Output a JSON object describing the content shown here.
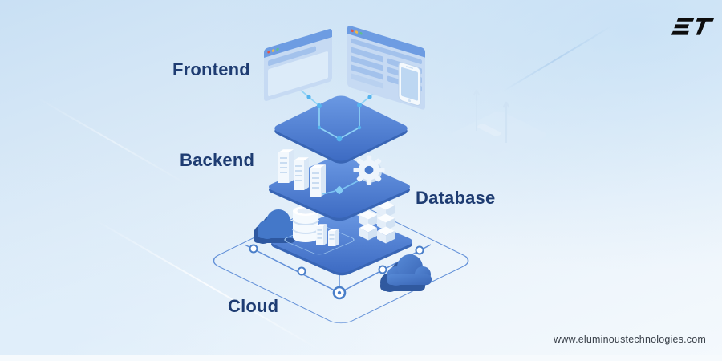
{
  "brand": {
    "logo": "ET",
    "website": "www.eluminoustechnologies.com"
  },
  "stack": {
    "layers": [
      {
        "id": "frontend",
        "label": "Frontend"
      },
      {
        "id": "backend",
        "label": "Backend"
      },
      {
        "id": "database",
        "label": "Database"
      },
      {
        "id": "cloud",
        "label": "Cloud"
      }
    ]
  },
  "icons": {
    "brand_logo": "ET geometric monogram",
    "browser_window_left": "isometric browser mockup",
    "browser_window_right": "isometric browser mockup with content rows",
    "smartphone": "phone outline on browser edge",
    "server_rack": "three white server towers",
    "gear": "white cog wheel",
    "database_cylinder": "stacked white database discs",
    "storage_cubes": "stacked white isometric cubes",
    "cloud_shape": "blue 3d cloud",
    "network_nodes": "light blue circuit dots and ring nodes",
    "watermark_device": "faint isometric plate with up arrows"
  },
  "colors": {
    "label_text": "#1e3c72",
    "platform_blue_light": "#6c9ae4",
    "platform_blue_dark": "#3c6ac2",
    "platform_edge": "#3865b5",
    "circuit_accent": "#7cc3f2",
    "wireframe_stroke": "#6290d8",
    "cloud_blue": "#4478c9",
    "cloud_shadow": "#2e58a0",
    "window_header": "#6d9ce2",
    "window_body": "#c6daf3",
    "background_top": "#c9e0f4",
    "logo_black": "#0d0d0d"
  }
}
